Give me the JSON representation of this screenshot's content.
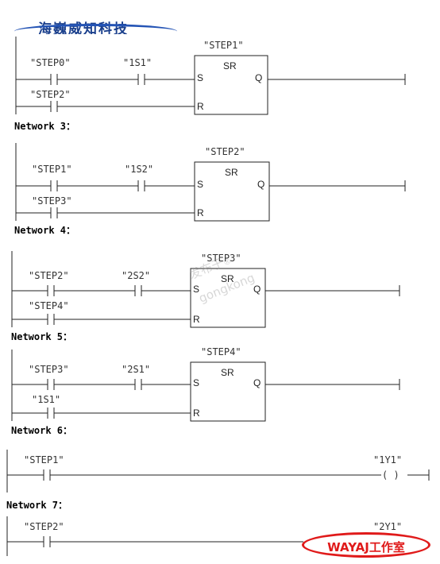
{
  "header_logo_text": "海巍威知科技",
  "watermark": {
    "line1": "发布于",
    "line2": "gongkong",
    "mark": "®"
  },
  "stamp_text": "WAYAJ工作室",
  "top_block": {
    "box_title": "\"STEP1\"",
    "box_type": "SR",
    "pin_s": "S",
    "pin_r": "R",
    "pin_q": "Q",
    "contacts": [
      "\"STEP0\"",
      "\"1S1\"",
      "\"STEP2\""
    ]
  },
  "networks": [
    {
      "title": "Network 3：",
      "box_title": "\"STEP2\"",
      "box_type": "SR",
      "pin_s": "S",
      "pin_r": "R",
      "pin_q": "Q",
      "contacts": [
        "\"STEP1\"",
        "\"1S2\"",
        "\"STEP3\""
      ]
    },
    {
      "title": "Network 4：",
      "box_title": "\"STEP3\"",
      "box_type": "SR",
      "pin_s": "S",
      "pin_r": "R",
      "pin_q": "Q",
      "contacts": [
        "\"STEP2\"",
        "\"2S2\"",
        "\"STEP4\""
      ]
    },
    {
      "title": "Network 5：",
      "box_title": "\"STEP4\"",
      "box_type": "SR",
      "pin_s": "S",
      "pin_r": "R",
      "pin_q": "Q",
      "contacts": [
        "\"STEP3\"",
        "\"2S1\"",
        "\"1S1\""
      ]
    },
    {
      "title": "Network 6：",
      "contact": "\"STEP1\"",
      "coil_label": "\"1Y1\"",
      "coil_symbol": "( )"
    },
    {
      "title": "Network 7：",
      "contact": "\"STEP2\"",
      "coil_label": "\"2Y1\""
    }
  ]
}
